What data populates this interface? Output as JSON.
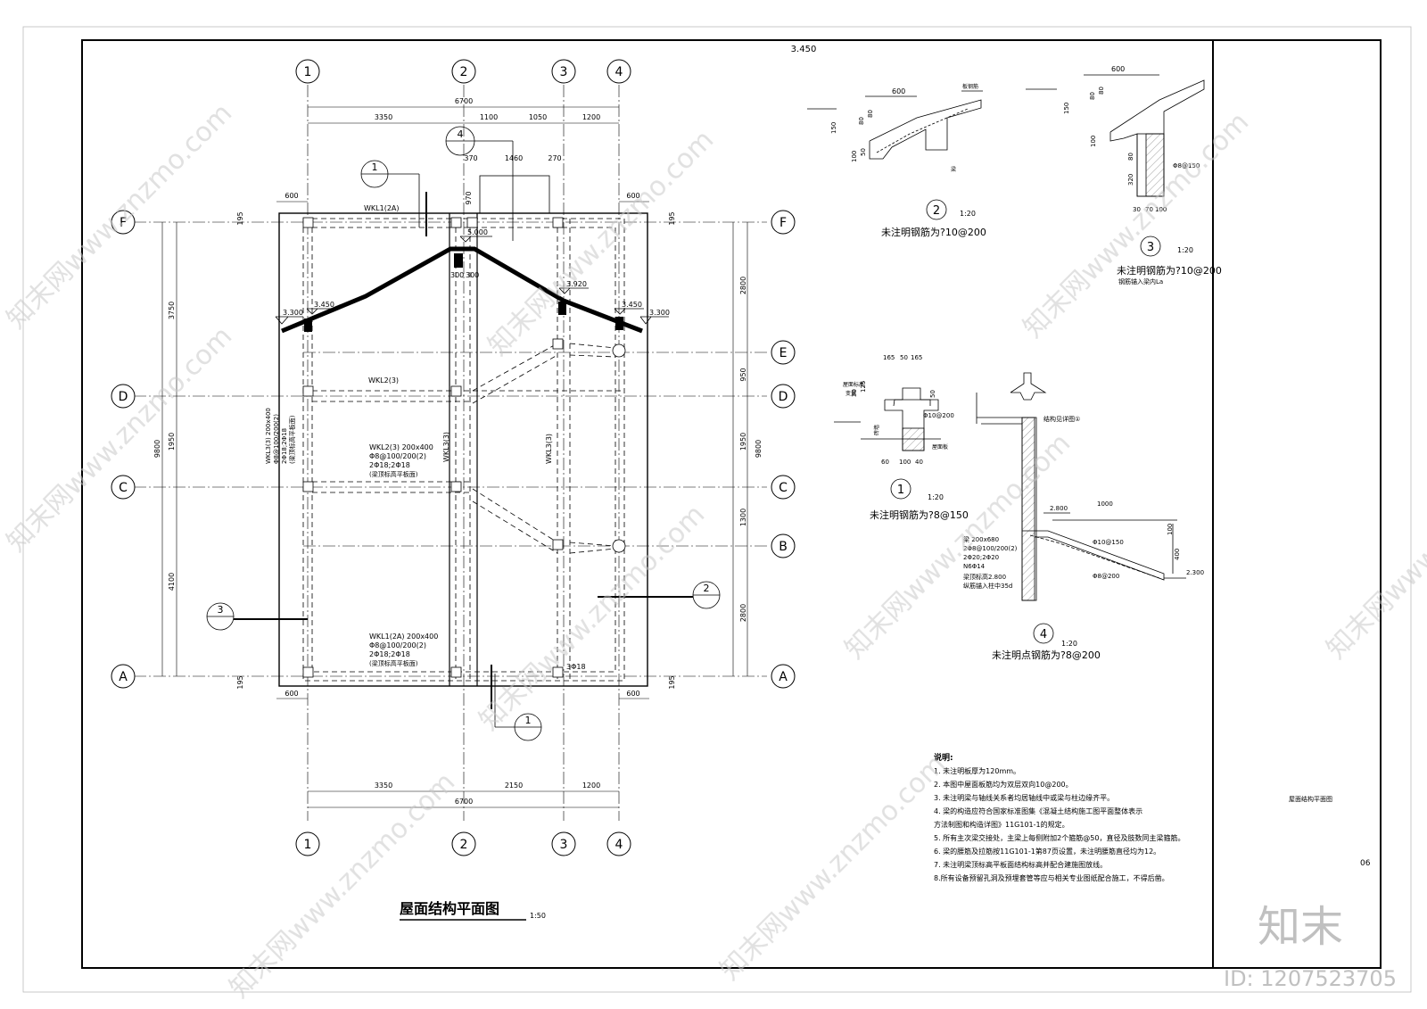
{
  "drawing": {
    "title": "屋面结构平面图",
    "scale": "1:50",
    "top_elevation": "3.450",
    "sheet_side_title": "屋面结构平面图",
    "sheet_number": "06"
  },
  "watermark": {
    "logo": "知末",
    "id": "ID: 1207523705",
    "repeat": "知末网www.znzmo.com"
  },
  "axes": {
    "vertical": [
      "1",
      "2",
      "3",
      "4"
    ],
    "horizontal": [
      "F",
      "E",
      "D",
      "C",
      "B",
      "A"
    ]
  },
  "dims_top": {
    "total": "6700",
    "seg": [
      "3350",
      "1100",
      "1050",
      "1200"
    ],
    "sub": [
      "370",
      "1460",
      "270"
    ],
    "overhang_left": "600",
    "overhang_right": "600",
    "v970": "970"
  },
  "dims_bottom": {
    "total": "6700",
    "seg": [
      "3350",
      "2150",
      "1200"
    ],
    "overhang_left": "600",
    "overhang_right": "600"
  },
  "dims_left": {
    "total": "9800",
    "seg": [
      "3750",
      "1950",
      "4100"
    ],
    "edge": [
      "195",
      "195"
    ]
  },
  "dims_right": {
    "total": "9800",
    "seg": [
      "2800",
      "950",
      "1950",
      "1300",
      "2800"
    ],
    "edge": [
      "195",
      "195"
    ]
  },
  "elevations": {
    "ridge": "5.000",
    "left_eave_a": "3.300",
    "left_eave_b": "3.450",
    "right_mid": "3.920",
    "right_eave_a": "3.450",
    "right_eave_b": "3.300",
    "mid_300a": "300",
    "mid_300b": "300"
  },
  "beams": {
    "wkl1_top": "WKL1(2A)",
    "wkl2": "WKL2(3)",
    "wkl3_left": "WKL3(3) 200x400",
    "wkl3_left_2": "Φ8@100/200(2)",
    "wkl3_left_3": "2Φ18;2Φ18",
    "wkl3_left_4": "(梁顶标高平板面)",
    "wkl2_mid_1": "WKL2(3) 200x400",
    "wkl2_mid_2": "Φ8@100/200(2)",
    "wkl2_mid_3": "2Φ18;2Φ18",
    "wkl2_mid_4": "(梁顶标高平板面)",
    "wkl3_mid": "WKL3(3)",
    "wkl3_right": "WKL3(3)",
    "wkl1_bot_1": "WKL1(2A) 200x400",
    "wkl1_bot_2": "Φ8@100/200(2)",
    "wkl1_bot_3": "2Φ18;2Φ18",
    "wkl1_bot_4": "(梁顶标高平板面)",
    "wkl3_bot": "3Φ18"
  },
  "section_marks": {
    "s1": "1",
    "s4": "4",
    "s3": "3",
    "s2": "2",
    "s1b": "1"
  },
  "detail2": {
    "num": "2",
    "scale": "1:20",
    "note": "未注明钢筋为?10@200",
    "dim600": "600",
    "d80a": "80",
    "d80b": "80",
    "d150": "150",
    "d100": "100",
    "d50": "50",
    "label_board": "板钢筋",
    "label_beam": "梁"
  },
  "detail3": {
    "num": "3",
    "scale": "1:20",
    "note": "未注明钢筋为?10@200",
    "note2": "钢筋锚入梁内La",
    "dim600": "600",
    "d80a": "80",
    "d80b": "80",
    "d150": "150",
    "d100": "100",
    "d80c": "80",
    "d320": "320",
    "bar": "Φ8@150",
    "b30": "30",
    "b70": "70",
    "b100": "100"
  },
  "detail1": {
    "num": "1",
    "scale": "1:20",
    "note": "未注明钢筋为?8@150",
    "d165a": "165",
    "d50": "50",
    "d165b": "165",
    "d30": "30",
    "d125": "125",
    "d50b": "50",
    "bar": "Φ10@200",
    "b60": "60",
    "b100": "100",
    "b40": "40",
    "label_slab": "屋面板",
    "label_top": "屋面标高",
    "label_change": "变量",
    "label_wall": "砖墙"
  },
  "detail4": {
    "num": "4",
    "scale": "1:20",
    "note": "未注明点钢筋为?8@200",
    "label_detail": "结构见详图①",
    "el": "2.800",
    "el2": "2.300",
    "d1000": "1000",
    "d100": "100",
    "d400": "400",
    "bar1": "Φ10@150",
    "bar2": "Φ8@200",
    "beam1": "梁 200x680",
    "beam2": "2Φ8@100/200(2)",
    "beam3": "2Φ20;2Φ20",
    "beam4": "N6Φ14",
    "beam5": "梁顶标高2.800",
    "beam6": "纵筋锚入柱中35d"
  },
  "notes": {
    "heading": "说明:",
    "items": [
      "1.  未注明板厚为120mm。",
      "2.  本图中屋面板筋均为双层双向10@200。",
      "3.  未注明梁与轴线关系者均居轴线中或梁与柱边缘齐平。",
      "4.  梁的构造应符合国家标准图集《混凝土结构施工图平面整体表示",
      "     方法制图和构造详图》11G101-1的规定。",
      "5.  所有主次梁交接处，主梁上每侧附加2个箍筋@50，直径及肢数同主梁箍筋。",
      "6.  梁的腰筋及拉筋按11G101-1第87页设置，未注明腰筋直径均为12。",
      "7.  未注明梁顶标高平板面结构标高并配合建施图放线。",
      "8.所有设备预留孔洞及预埋套管等应与相关专业图纸配合施工，不得后凿。"
    ]
  }
}
